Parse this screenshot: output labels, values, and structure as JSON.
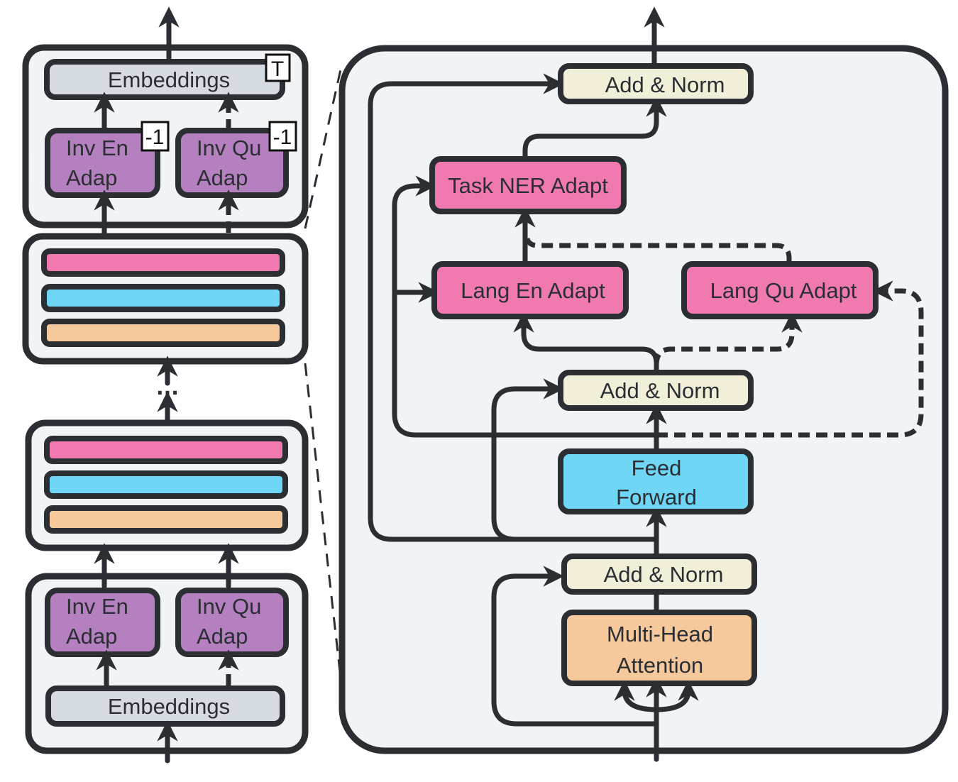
{
  "colors": {
    "outline": "#2b2e33",
    "panel": "#f1f3f5",
    "embeddings": "#d5dbe0",
    "inverse_adapter": "#b480c0",
    "adapter_pink": "#f07ab0",
    "feed_forward": "#6fd6f5",
    "attention": "#f5c99c",
    "add_norm": "#f1efd8"
  },
  "left_stack": {
    "top": {
      "embeddings": "Embeddings",
      "transpose_mark": "T",
      "inv_en": [
        "Inv En",
        "Adap"
      ],
      "inv_en_mark": "-1",
      "inv_qu": [
        "Inv Qu",
        "Adap"
      ],
      "inv_qu_mark": "-1"
    },
    "ellipsis": "...",
    "bottom": {
      "inv_en": [
        "Inv En",
        "Adap"
      ],
      "inv_qu": [
        "Inv Qu",
        "Adap"
      ],
      "embeddings": "Embeddings"
    },
    "layer_bar_colors": [
      "#f07ab0",
      "#6fd6f5",
      "#f5c99c"
    ]
  },
  "detail": {
    "add_norm_top": "Add & Norm",
    "task_ner": "Task NER Adapt",
    "lang_en": "Lang En Adapt",
    "lang_qu": "Lang Qu Adapt",
    "add_norm_mid": "Add & Norm",
    "feed_forward": [
      "Feed",
      "Forward"
    ],
    "add_norm_bottom": "Add & Norm",
    "attention": [
      "Multi-Head",
      "Attention"
    ]
  }
}
